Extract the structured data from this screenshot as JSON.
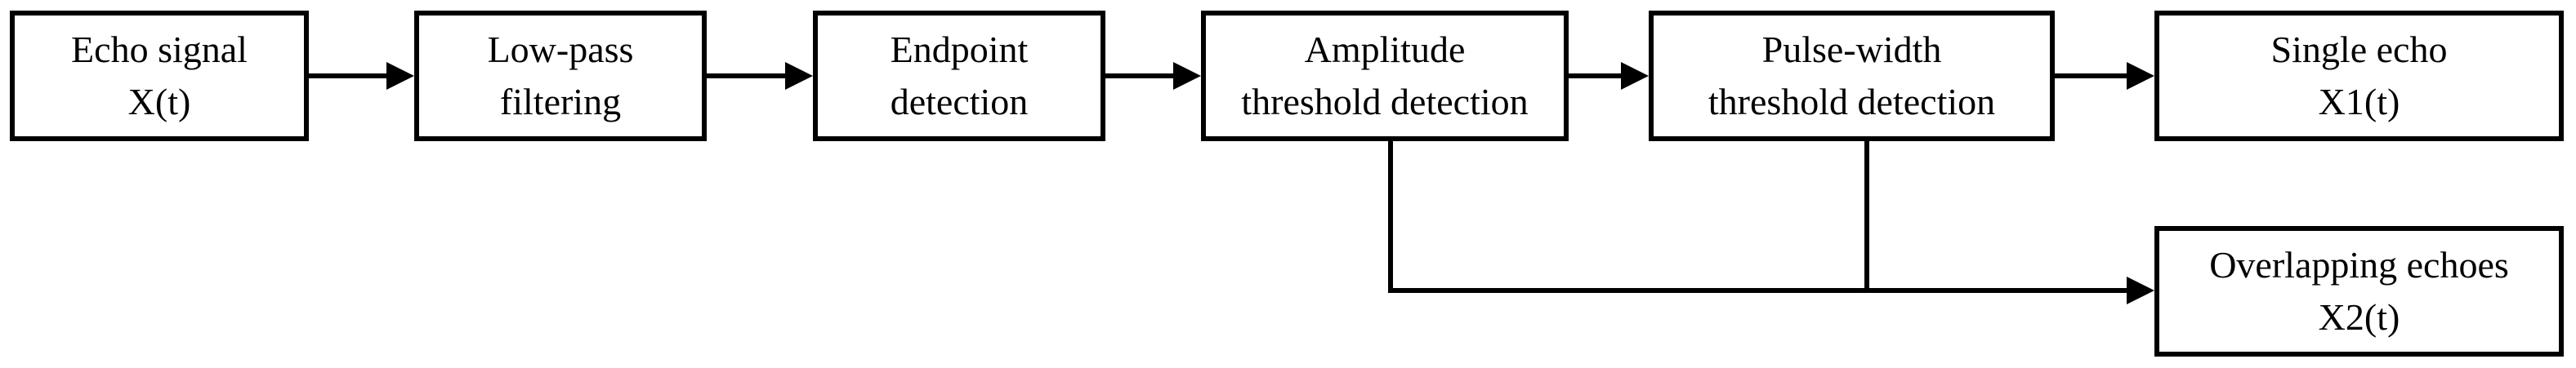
{
  "diagram": {
    "type": "flowchart",
    "background_color": "#ffffff",
    "line_color": "#000000",
    "text_color": "#000000",
    "nodes": [
      {
        "id": "echo-signal",
        "line1": "Echo signal",
        "line2": "X(t)"
      },
      {
        "id": "low-pass-filtering",
        "line1": "Low-pass",
        "line2": "filtering"
      },
      {
        "id": "endpoint-detection",
        "line1": "Endpoint",
        "line2": "detection"
      },
      {
        "id": "amplitude-threshold",
        "line1": "Amplitude",
        "line2": "threshold detection"
      },
      {
        "id": "pulse-width-threshold",
        "line1": "Pulse-width",
        "line2": "threshold detection"
      },
      {
        "id": "single-echo",
        "line1": "Single echo",
        "line2": "X1(t)"
      },
      {
        "id": "overlapping-echoes",
        "line1": "Overlapping echoes",
        "line2": "X2(t)"
      }
    ],
    "edges": [
      {
        "from": "echo-signal",
        "to": "low-pass-filtering",
        "style": "arrow-right"
      },
      {
        "from": "low-pass-filtering",
        "to": "endpoint-detection",
        "style": "arrow-right"
      },
      {
        "from": "endpoint-detection",
        "to": "amplitude-threshold",
        "style": "arrow-right"
      },
      {
        "from": "amplitude-threshold",
        "to": "pulse-width-threshold",
        "style": "arrow-right"
      },
      {
        "from": "pulse-width-threshold",
        "to": "single-echo",
        "style": "arrow-right"
      },
      {
        "from": "amplitude-threshold",
        "to": "overlapping-echoes",
        "style": "down-then-right-arrow"
      },
      {
        "from": "pulse-width-threshold",
        "to": "overlapping-echoes",
        "style": "down-joins-branch"
      }
    ]
  }
}
